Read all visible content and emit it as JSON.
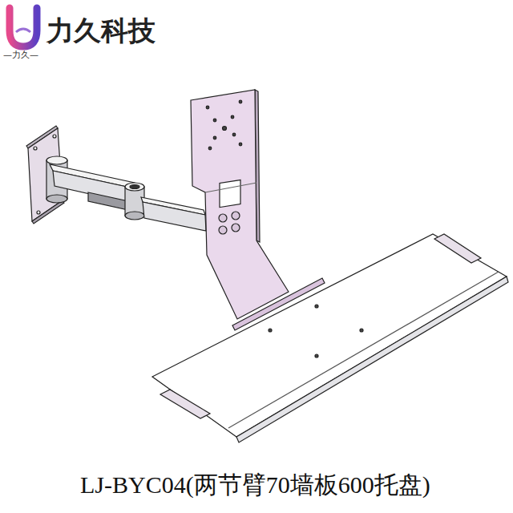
{
  "diagram": {
    "caption": "LJ-BYC04(两节臂70墙板600托盘)",
    "labels": [
      "力久科技",
      "—力久—"
    ]
  }
}
